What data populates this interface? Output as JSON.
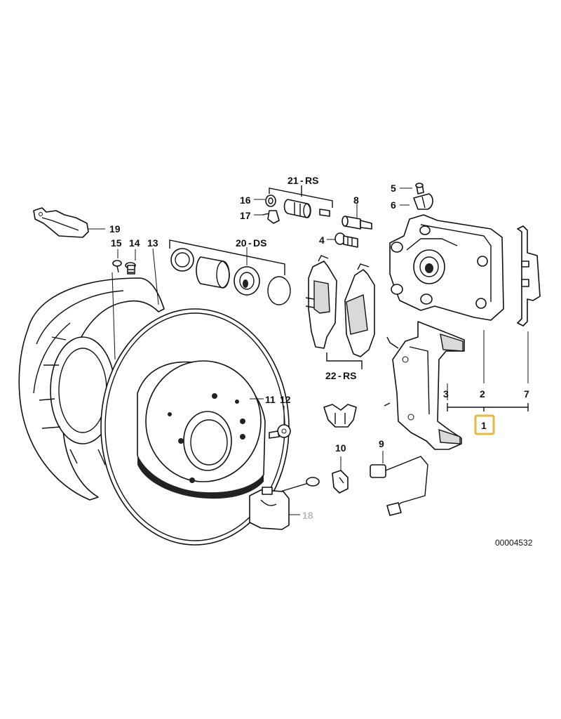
{
  "diagram_code": "00004532",
  "colors": {
    "highlight": "#e9b73c",
    "faded_label": "#b9b9b9",
    "ink": "#111111"
  },
  "labels": {
    "p1": "1",
    "p2": "2",
    "p3": "3",
    "p4": "4",
    "p5": "5",
    "p6": "6",
    "p7": "7",
    "p8": "8",
    "p9": "9",
    "p10": "10",
    "p11": "11",
    "p12": "12",
    "p13": "13",
    "p14": "14",
    "p15": "15",
    "p16": "16",
    "p17": "17",
    "p18": "18",
    "p19": "19",
    "p20": "20",
    "p20_suffix": "DS",
    "p21": "21",
    "p21_suffix": "RS",
    "p22": "22",
    "p22_suffix": "RS"
  },
  "highlighted_part": "1"
}
